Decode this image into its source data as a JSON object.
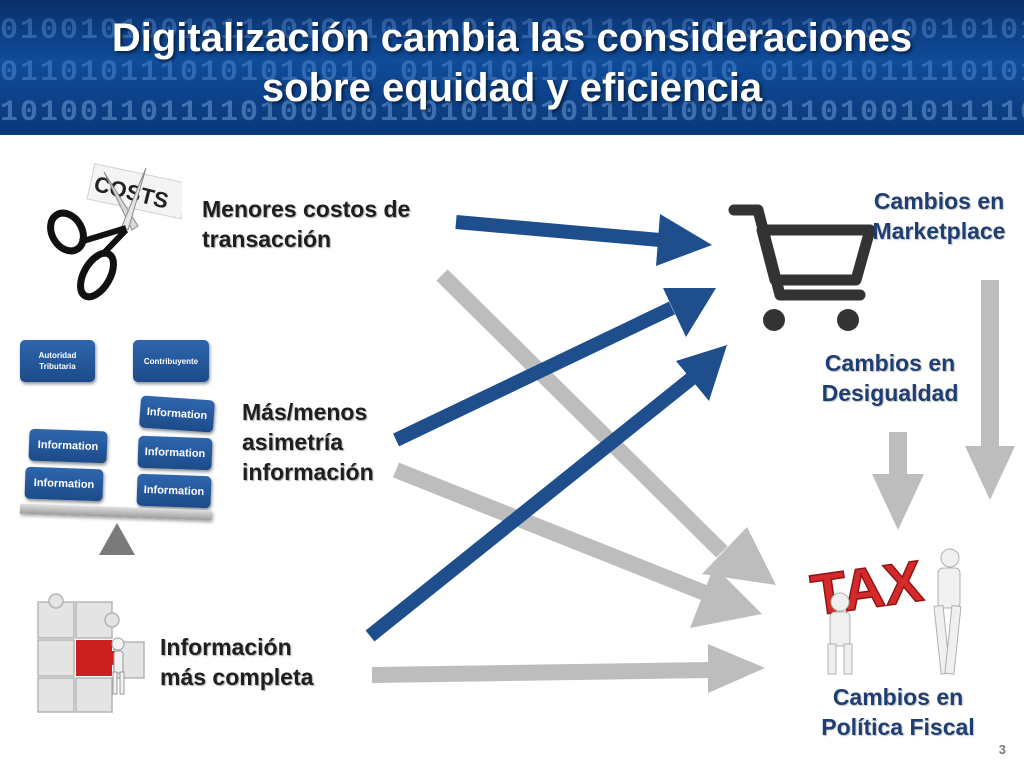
{
  "header": {
    "title_line1": "Digitalización cambia las consideraciones",
    "title_line2": "sobre equidad y eficiencia",
    "binary_row1": "0100101001011101001011101010011101001011101010010101001011010",
    "binary_row2": "0110101110101010010 01101011101010010 01101011110101010010",
    "binary_row3": "1010011011110100100110101101011111001001101001011110001001"
  },
  "left": {
    "costs_sign": "COSTS",
    "label_costs": [
      "Menores costos de",
      "transacción"
    ],
    "label_asymmetry": [
      "Más/menos",
      "asimetría",
      "información"
    ],
    "label_complete": [
      "Información",
      "más completa"
    ],
    "scale": {
      "left_box": [
        "Autoridad",
        "Tributaria"
      ],
      "right_box": "Contribuyente",
      "info_label": "Information"
    }
  },
  "right": {
    "marketplace": [
      "Cambios en",
      "Marketplace"
    ],
    "inequality": [
      "Cambios en",
      "Desigualdad"
    ],
    "fiscal": [
      "Cambios en",
      "Política Fiscal"
    ],
    "tax_sign": "TAX"
  },
  "colors": {
    "blue_arrow": "#1f4e8c",
    "gray_arrow": "#bdbdbd",
    "header_blue": "#0f4c9a"
  },
  "page_number": "3"
}
